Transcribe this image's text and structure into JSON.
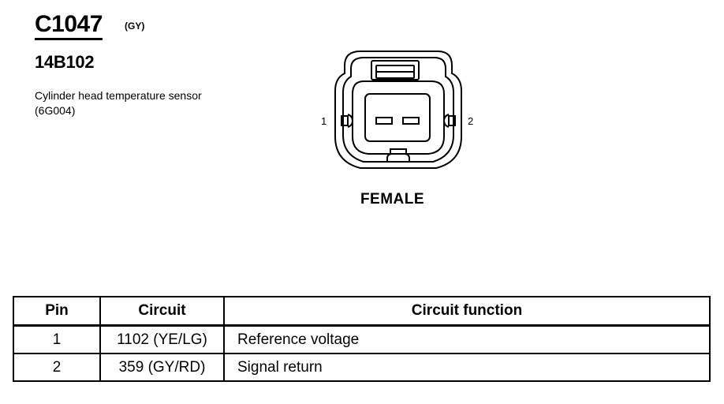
{
  "header": {
    "connector_id": "C1047",
    "color_code": "(GY)",
    "part_number": "14B102",
    "description": "Cylinder head temperature sensor (6G004)"
  },
  "diagram": {
    "pin_left": "1",
    "pin_right": "2",
    "gender": "FEMALE"
  },
  "table": {
    "headers": {
      "pin": "Pin",
      "circuit": "Circuit",
      "function": "Circuit function"
    },
    "rows": [
      {
        "pin": "1",
        "circuit": "1102 (YE/LG)",
        "function": "Reference voltage"
      },
      {
        "pin": "2",
        "circuit": "359 (GY/RD)",
        "function": "Signal return"
      }
    ]
  }
}
